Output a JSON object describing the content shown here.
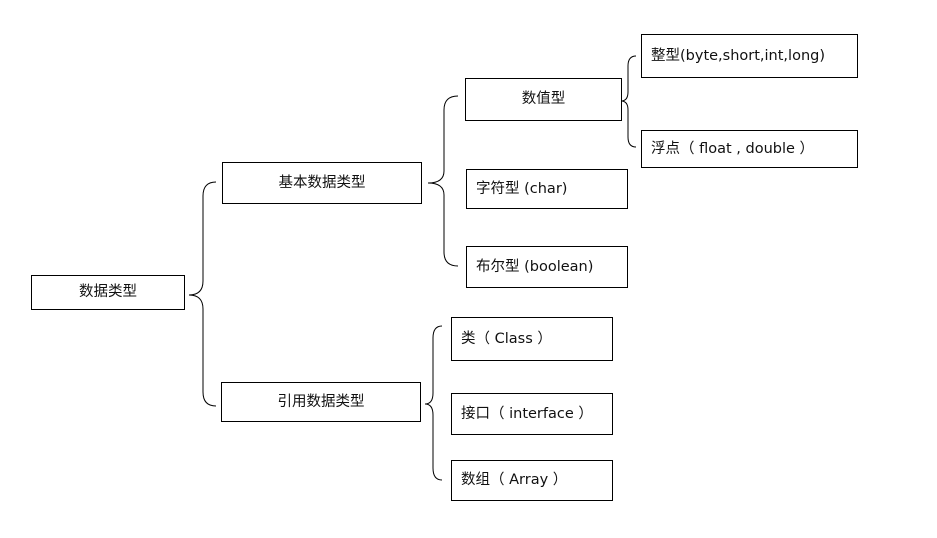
{
  "root": {
    "label": "数据类型"
  },
  "primitive": {
    "label": "基本数据类型",
    "numeric": {
      "label": "数值型",
      "integer": "整型(byte,short,int,long)",
      "float": "浮点（ float , double ）"
    },
    "char": "字符型 (char)",
    "boolean": "布尔型 (boolean)"
  },
  "reference": {
    "label": "引用数据类型",
    "class": "类（ Class ）",
    "interface": "接口（ interface ）",
    "array": "数组（ Array ）"
  }
}
